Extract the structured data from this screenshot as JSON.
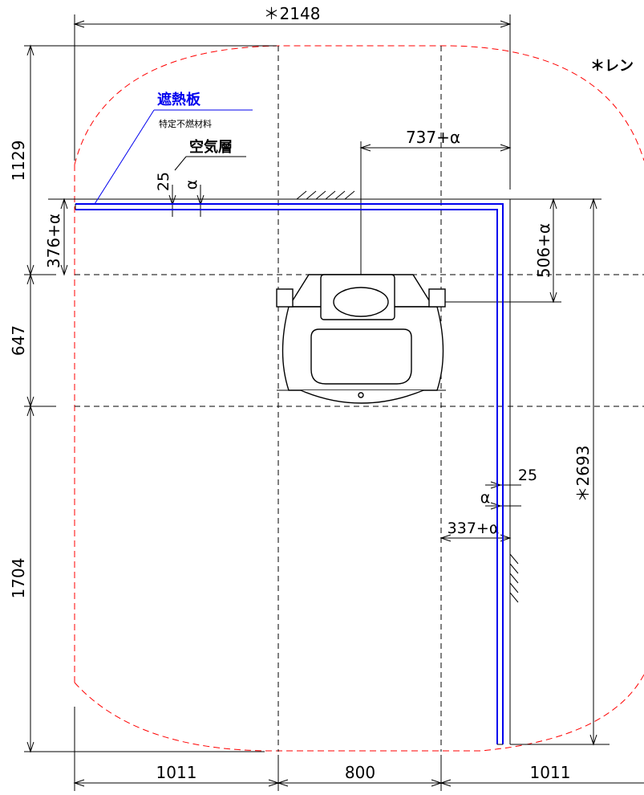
{
  "dimensions": {
    "top_width": "＊2148",
    "left_top": "1129",
    "left_middle": "647",
    "left_bottom": "1704",
    "bottom_left": "1011",
    "bottom_center": "800",
    "bottom_right": "1011",
    "right_total": "＊2693",
    "left_offset": "376+α",
    "right_offset": "506+α",
    "center_offset": "737+α",
    "wall_offset": "337+α",
    "gap_top": "25",
    "alpha_top": "α",
    "gap_right": "25",
    "alpha_right": "α"
  },
  "labels": {
    "shield_plate": "遮熱板",
    "shield_material": "特定不燃材料",
    "air_layer": "空気層",
    "range_note": "＊レン"
  },
  "colors": {
    "clearance": "#ff0000",
    "shield": "#0000ee",
    "line": "#000000"
  }
}
